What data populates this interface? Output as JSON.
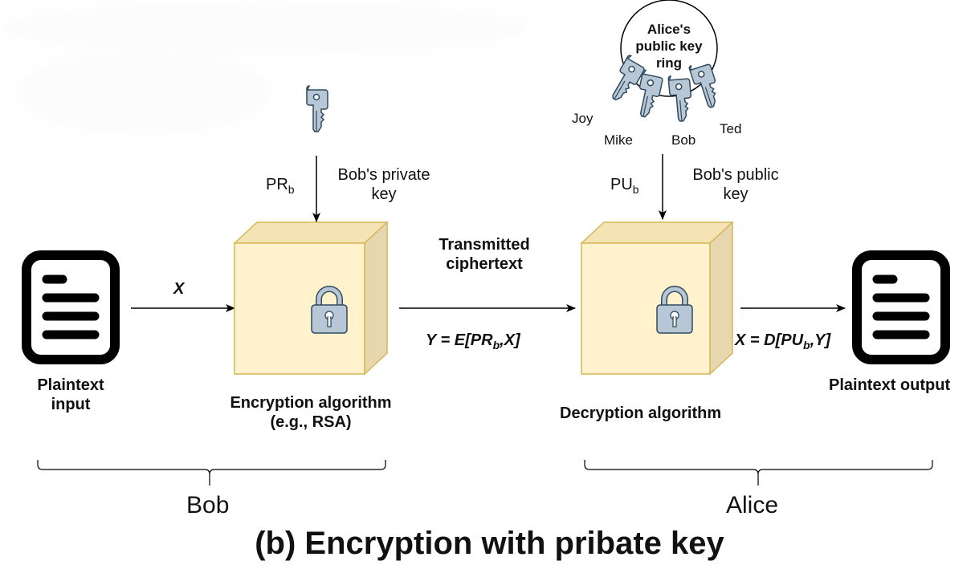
{
  "title": "(b) Encryption with pribate key",
  "key_ring": {
    "label_line1": "Alice's",
    "label_line2": "public key",
    "label_line3": "ring",
    "keys": [
      "Joy",
      "Mike",
      "Bob",
      "Ted"
    ]
  },
  "private_key": {
    "symbol": "PR",
    "subscript": "b",
    "desc_line1": "Bob's private",
    "desc_line2": "key"
  },
  "public_key": {
    "symbol": "PU",
    "subscript": "b",
    "desc_line1": "Bob's public",
    "desc_line2": "key"
  },
  "plaintext_input": {
    "line1": "Plaintext",
    "line2": "input"
  },
  "input_arrow_label": "X",
  "encryption": {
    "line1": "Encryption algorithm",
    "line2": "(e.g., RSA)"
  },
  "transmitted": {
    "line1": "Transmitted",
    "line2": "ciphertext",
    "formula_pre": "Y = E[PR",
    "formula_sub": "b",
    "formula_post": ",X]"
  },
  "decryption": {
    "label": "Decryption algorithm"
  },
  "output_formula": {
    "pre": "X = D[PU",
    "sub": "b",
    "post": ",Y]"
  },
  "plaintext_output": {
    "label": "Plaintext output"
  },
  "groups": {
    "left": "Bob",
    "right": "Alice"
  },
  "colors": {
    "cube_front": "#fff2cc",
    "cube_top": "#f3e3b5",
    "cube_side": "#e6d7ae",
    "cube_stroke": "#d6b656",
    "key_fill": "#b8c7d6",
    "key_stroke": "#2f4a5e"
  }
}
